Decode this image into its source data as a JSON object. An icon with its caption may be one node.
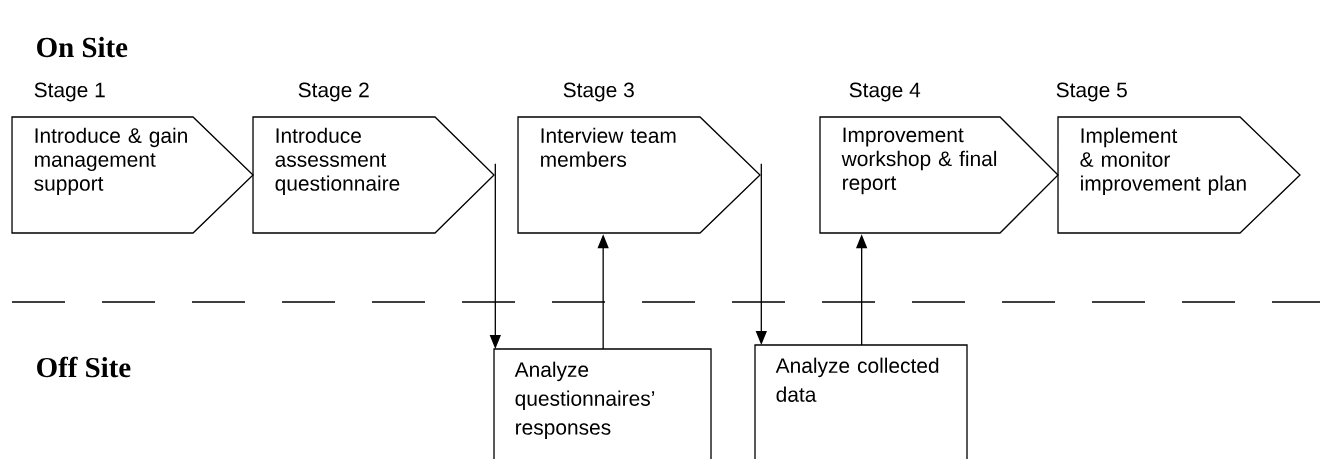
{
  "diagram": {
    "nodes": [
      {
        "text": [
          "Introduce & gain management support"
        ],
        "beside": [
          "Stage 1"
        ]
      },
      {
        "text": [
          "Introduce assessment questionnaire"
        ],
        "beside": [
          "Stage 2"
        ]
      },
      {
        "text": [
          "Interview team members"
        ],
        "beside": [
          "Stage 3"
        ]
      },
      {
        "text": [
          "Improvement workshop & final report"
        ],
        "beside": [
          "Stage 4"
        ]
      },
      {
        "text": [
          "Implement & monitor improvement plan"
        ],
        "beside": [
          "Stage 5"
        ]
      },
      {
        "text": [
          "Analyze questionnaires’ responses"
        ]
      },
      {
        "text": [
          "Analyze collected data"
        ]
      }
    ],
    "edges": [
      {
        "from": 1,
        "to": 5,
        "arrow": "to"
      },
      {
        "from": 5,
        "to": 2,
        "arrow": "to"
      },
      {
        "from": 2,
        "to": 6,
        "arrow": "to"
      },
      {
        "from": 6,
        "to": 3,
        "arrow": "to"
      }
    ],
    "labels": [
      "On Site",
      "Off Site"
    ]
  }
}
